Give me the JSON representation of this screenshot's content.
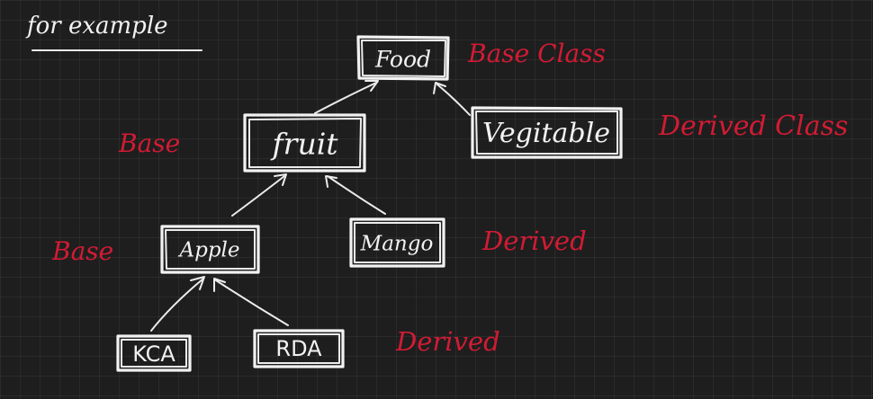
{
  "heading": "for example",
  "nodes": {
    "food": "Food",
    "fruit": "fruit",
    "vegitable": "Vegitable",
    "apple": "Apple",
    "mango": "Mango",
    "kca": "KCA",
    "rda": "RDA"
  },
  "annotations": {
    "food": "Base Class",
    "vegitable": "Derived Class",
    "fruit": "Base",
    "apple": "Base",
    "mango": "Derived",
    "rda": "Derived"
  },
  "colors": {
    "background": "#1e1e1e",
    "chalk": "#f2f2f2",
    "annotation": "#d21b34"
  }
}
